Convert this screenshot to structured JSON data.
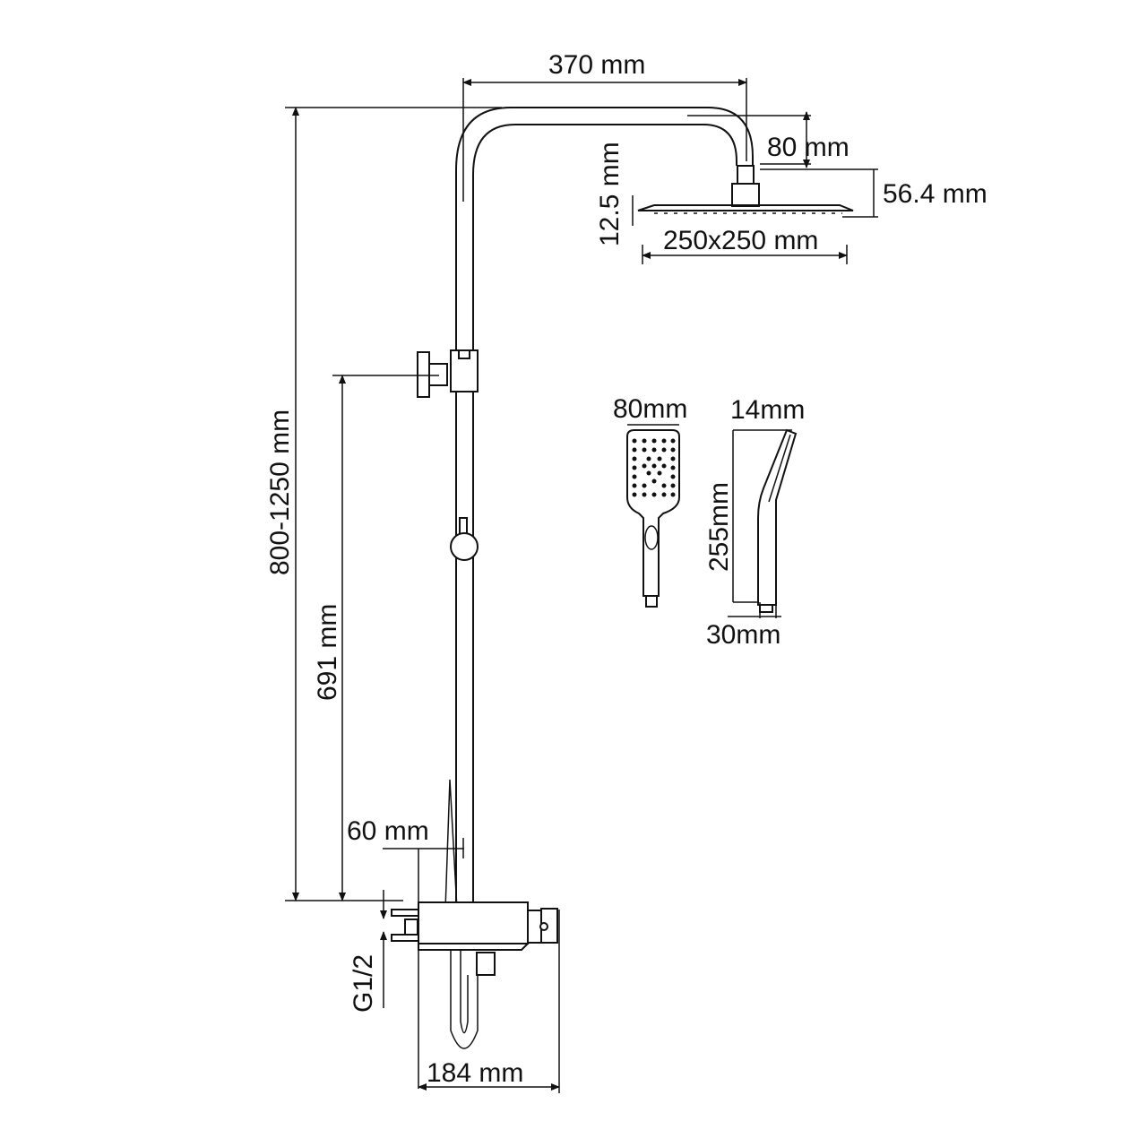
{
  "diagram": {
    "type": "technical-drawing",
    "subject": "shower system with rain shower head, hand shower and thermostatic mixer",
    "dimensions": {
      "arm_length": "370 mm",
      "arm_drop": "80 mm",
      "head_height": "56.4 mm",
      "head_thickness": "12.5 mm",
      "head_size": "250x250 mm",
      "total_height": "800-1250 mm",
      "holder_height": "691 mm",
      "wall_offset": "60 mm",
      "inlet_thread": "G1/2",
      "mixer_width": "184 mm",
      "hand_shower_width": "80mm",
      "hand_shower_thickness": "14mm",
      "hand_shower_length": "255mm",
      "hand_shower_base": "30mm"
    },
    "colors": {
      "line": "#111111",
      "background": "#ffffff"
    }
  }
}
